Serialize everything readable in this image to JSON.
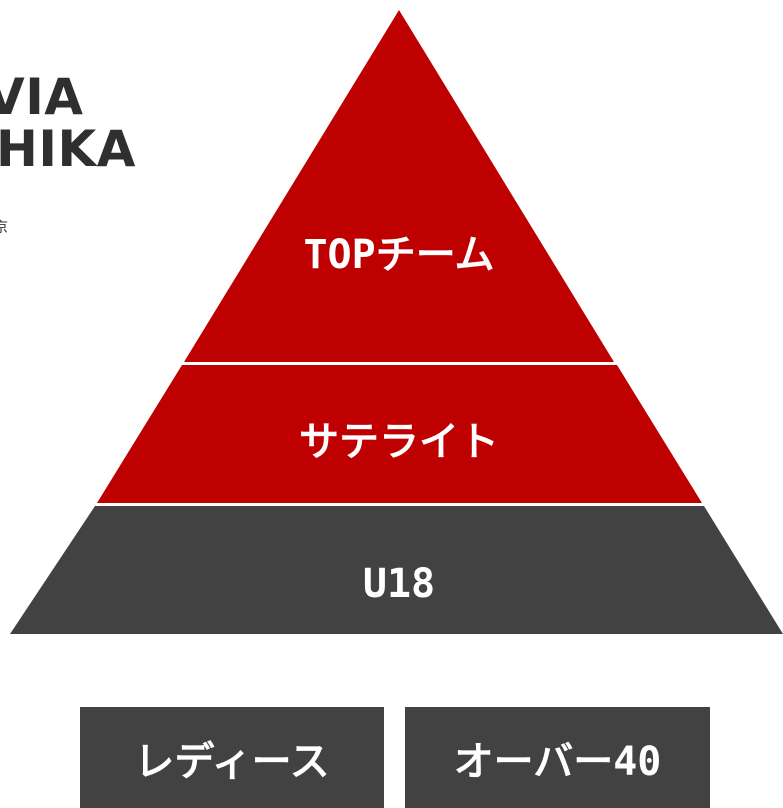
{
  "logo": {
    "line1": "VIA",
    "line2": "HIKA",
    "sub": "京"
  },
  "pyramid": {
    "tiers": [
      {
        "label": "TOPチーム",
        "color": "#bf0000"
      },
      {
        "label": "サテライト",
        "color": "#bf0000"
      },
      {
        "label": "U18",
        "color": "#424242"
      }
    ]
  },
  "categories": [
    {
      "label": "レディース",
      "color": "#424242"
    },
    {
      "label": "オーバー40",
      "color": "#424242"
    }
  ]
}
